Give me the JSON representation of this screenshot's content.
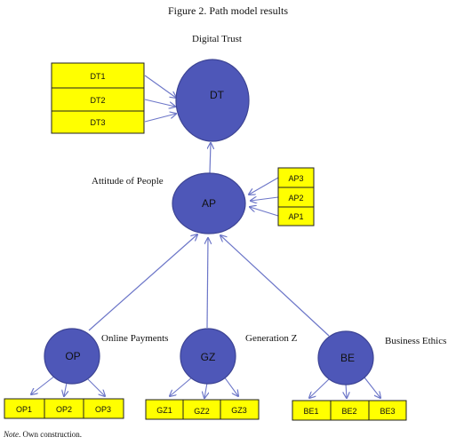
{
  "figure": {
    "title": "Figure 2. Path model results",
    "note_label": "Note",
    "note_text": ". Own construction."
  },
  "colors": {
    "node_fill": "#4e57b8",
    "node_stroke": "#3d4494",
    "box_fill": "#ffff00",
    "box_stroke": "#222222",
    "arrow": "#6c76c8"
  },
  "constructs": {
    "dt": {
      "abbr": "DT",
      "name": "Digital Trust",
      "indicators": [
        "DT1",
        "DT2",
        "DT3"
      ]
    },
    "ap": {
      "abbr": "AP",
      "name": "Attitude of People",
      "indicators": [
        "AP3",
        "AP2",
        "AP1"
      ]
    },
    "op": {
      "abbr": "OP",
      "name": "Online Payments",
      "indicators": [
        "OP1",
        "OP2",
        "OP3"
      ]
    },
    "gz": {
      "abbr": "GZ",
      "name": "Generation Z",
      "indicators": [
        "GZ1",
        "GZ2",
        "GZ3"
      ]
    },
    "be": {
      "abbr": "BE",
      "name": "Business Ethics",
      "indicators": [
        "BE1",
        "BE2",
        "BE3"
      ]
    }
  }
}
